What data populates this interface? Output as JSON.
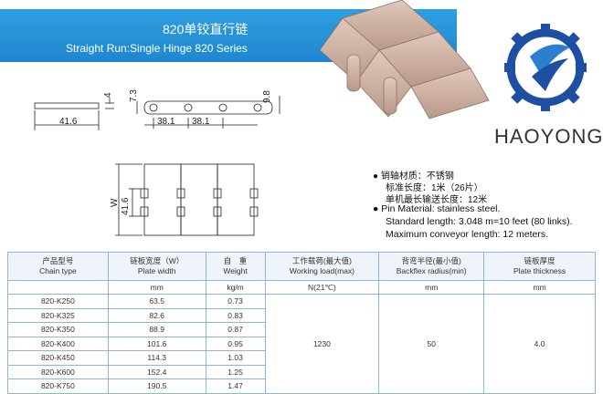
{
  "banner": {
    "title_cn": "820单铰直行链",
    "title_en": "Straight Run:Single Hinge 820 Series"
  },
  "brand": {
    "name": "HAOYONG"
  },
  "dims": {
    "side_height": "4",
    "side_width": "41.6",
    "link_thickness": "7.3",
    "pitch_1": "38.1",
    "pitch_2": "38.1",
    "total_height": "9.8",
    "top_width_label": "W",
    "top_width": "41.6"
  },
  "specs": {
    "cn_1": "销轴材质：不锈钢",
    "cn_2": "标准长度：1米（26片）",
    "cn_3": "单机最长输送长度：12米",
    "en_1": "Pin Material: stainless steel.",
    "en_2": "Standard length: 3.048 m=10 feet (80 links).",
    "en_3": "Maximum conveyor length: 12 meters."
  },
  "table": {
    "headers": [
      {
        "cn": "产品型号",
        "en": "Chain type"
      },
      {
        "cn": "链板宽度（W）",
        "en": "Plate width"
      },
      {
        "cn": "自　重",
        "en": "Weight"
      },
      {
        "cn": "工作载荷(最大值)",
        "en": "Working load(max)"
      },
      {
        "cn": "背弯半径(最小值)",
        "en": "Backflex radius(min)"
      },
      {
        "cn": "链板厚度",
        "en": "Plate thickness"
      }
    ],
    "units": [
      "",
      "mm",
      "kg/m",
      "N(21℃)",
      "mm",
      "mm"
    ],
    "rows": [
      [
        "820-K250",
        "63.5",
        "0.73"
      ],
      [
        "820-K325",
        "82.6",
        "0.83"
      ],
      [
        "820-K350",
        "88.9",
        "0.87"
      ],
      [
        "820-K400",
        "101.6",
        "0.95"
      ],
      [
        "820-K450",
        "114.3",
        "1.03"
      ],
      [
        "820-K600",
        "152.4",
        "1.25"
      ],
      [
        "820-K750",
        "190.5",
        "1.47"
      ]
    ],
    "working_load": "1230",
    "backflex_radius": "50",
    "plate_thickness": "4.0"
  }
}
